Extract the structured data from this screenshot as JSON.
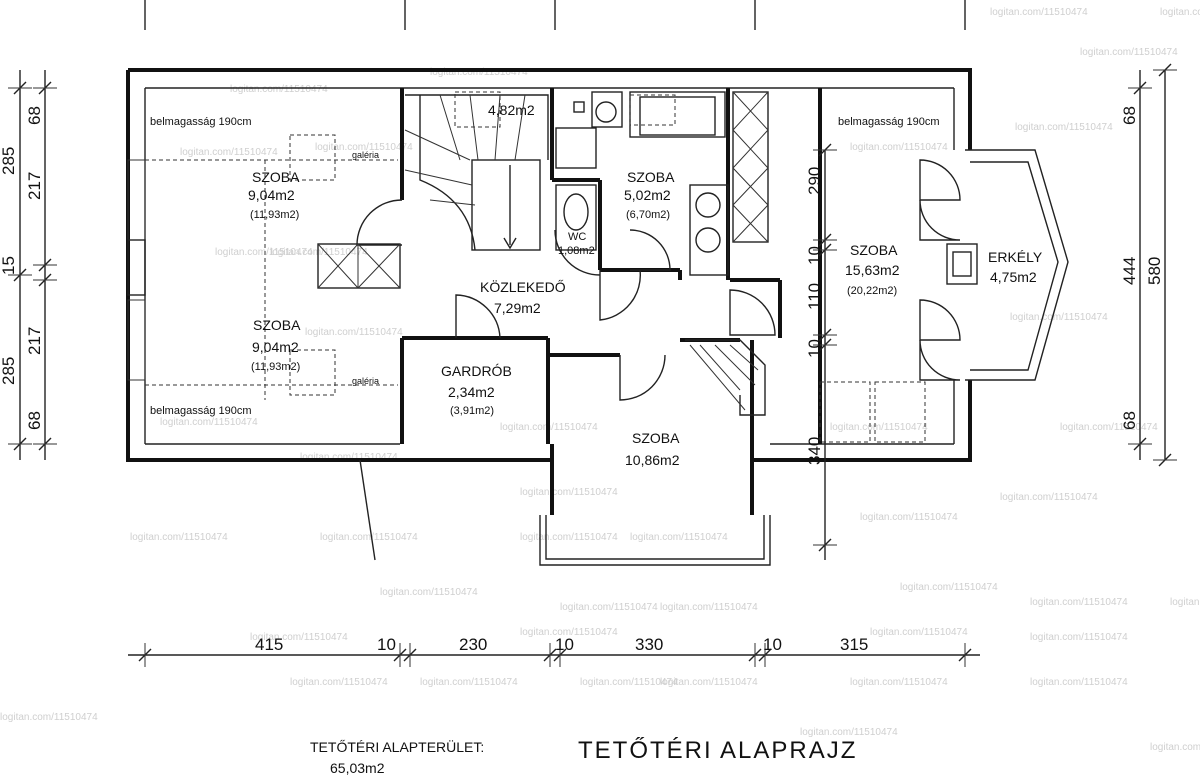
{
  "title": "TETŐTÉRI  ALAPRAJZ",
  "area": {
    "label": "TETŐTÉRI  ALAPTERÜLET:",
    "value": "65,03m2"
  },
  "ceiling_note": "belmagasság 190cm",
  "gallery_label": "galéria",
  "watermark": "logitan.com/11510474",
  "rooms": {
    "szoba_top_left": {
      "name": "SZOBA",
      "area": "9,04m2",
      "sub": "(11,93m2)"
    },
    "szoba_bottom_left": {
      "name": "SZOBA",
      "area": "9,04m2",
      "sub": "(11,93m2)"
    },
    "stair_area": {
      "area": "4,82m2"
    },
    "szoba_mid": {
      "name": "SZOBA",
      "area": "5,02m2",
      "sub": "(6,70m2)"
    },
    "wc": {
      "name": "WC",
      "area": "1,08m2"
    },
    "kozlekedo": {
      "name": "KÖZLEKEDŐ",
      "area": "7,29m2"
    },
    "gardrob": {
      "name": "GARDRÓB",
      "area": "2,34m2",
      "sub": "(3,91m2)"
    },
    "szoba_bottom": {
      "name": "SZOBA",
      "area": "10,86m2"
    },
    "szoba_right": {
      "name": "SZOBA",
      "area": "15,63m2",
      "sub": "(20,22m2)"
    },
    "erkely": {
      "name": "ERKÉLY",
      "area": "4,75m2"
    }
  },
  "dims_bottom": [
    "415",
    "10",
    "230",
    "10",
    "330",
    "10",
    "315"
  ],
  "dims_left": [
    "68",
    "217",
    "217",
    "68"
  ],
  "dims_left_outer": [
    "285",
    "15",
    "285"
  ],
  "dims_inner_right": [
    "290",
    "10",
    "110",
    "10",
    "340"
  ],
  "dims_right": [
    "68",
    "444",
    "68"
  ],
  "dims_right_outer": "580"
}
